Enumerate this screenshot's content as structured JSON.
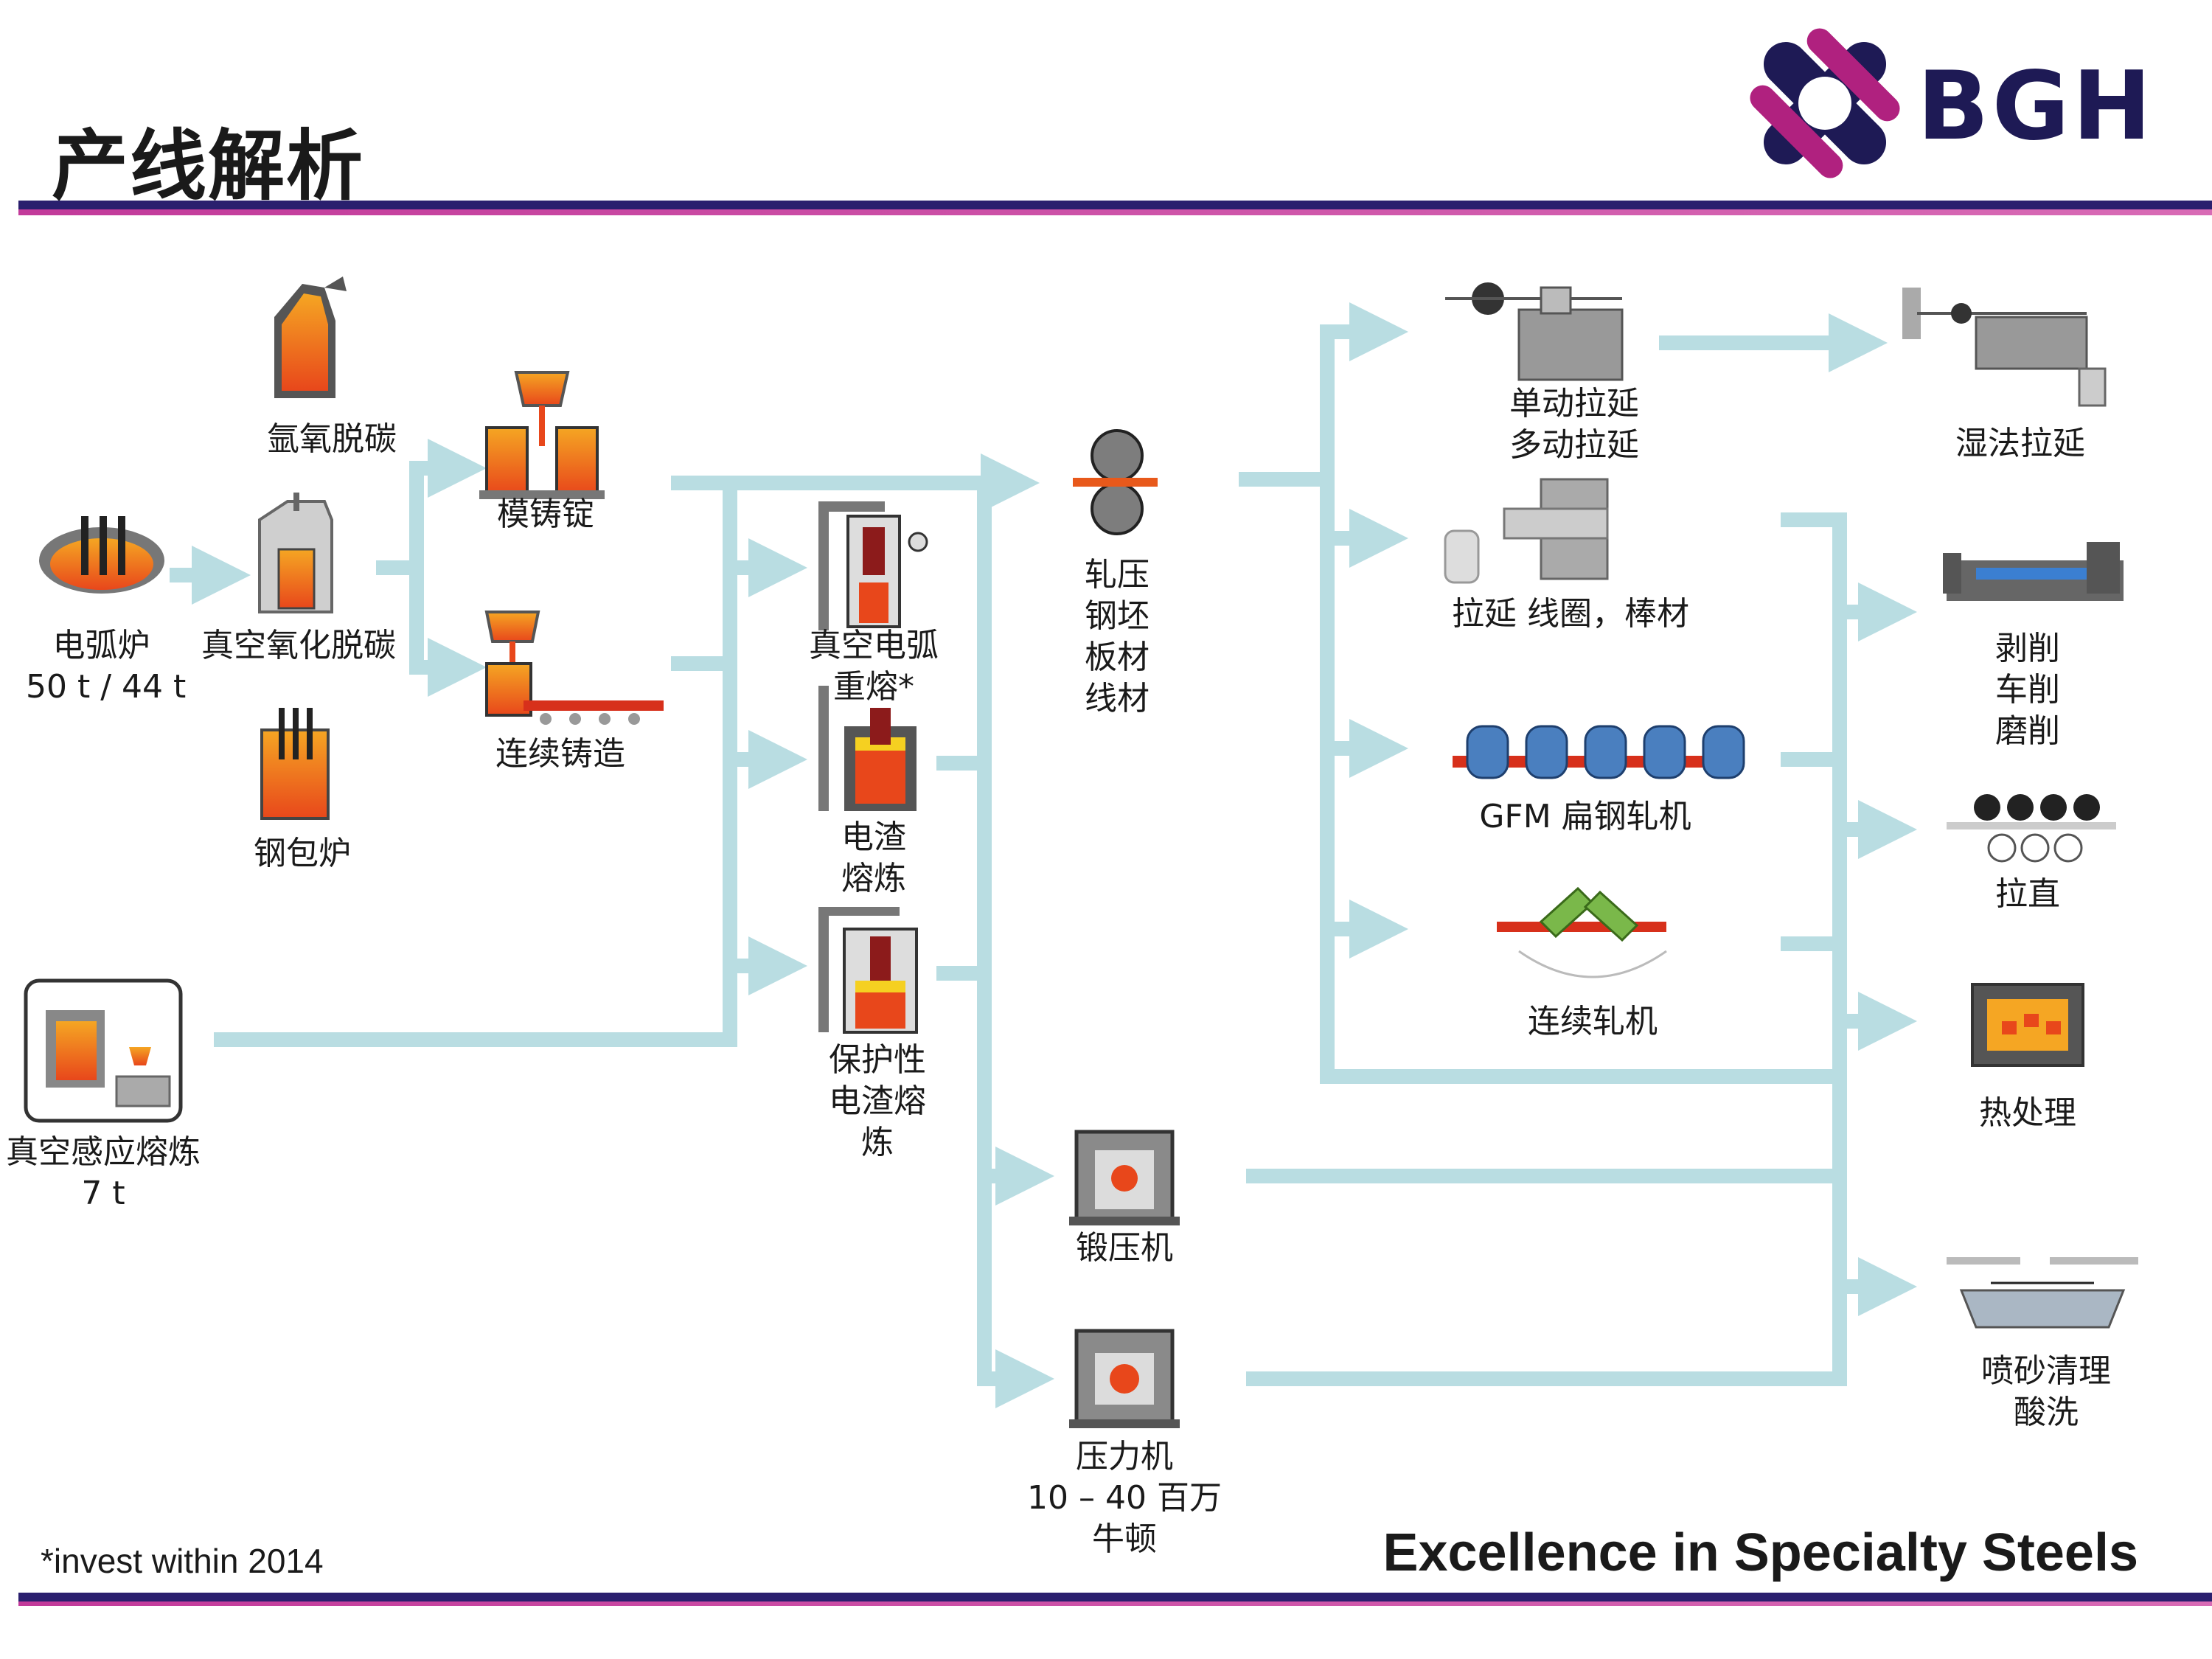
{
  "header": {
    "title": "产线解析",
    "logo_text": "BGH"
  },
  "colors": {
    "flow_arrow": "#b9dde2",
    "header_rule_dark": "#2a1f6e",
    "header_rule_accent": "#c23a9a",
    "logo_blue": "#1e1a55",
    "logo_magenta": "#b0217f",
    "molten": "#e8471b",
    "molten_light": "#f5a623"
  },
  "melting": {
    "eaf": {
      "name": "电弧炉",
      "capacity": "50 t / 44 t"
    },
    "aod": {
      "name": "氩氧脱碳"
    },
    "vod": {
      "name": "真空氧化脱碳"
    },
    "ladle": {
      "name": "钢包炉"
    },
    "vim": {
      "name": "真空感应熔炼",
      "capacity": "7 t"
    }
  },
  "casting": {
    "ingot": {
      "name": "模铸锭"
    },
    "continuous": {
      "name": "连续铸造"
    }
  },
  "remelting": {
    "var": {
      "line1": "真空电弧",
      "line2": "重熔*"
    },
    "esr": {
      "line1": "电渣",
      "line2": "熔炼"
    },
    "pesr": {
      "line1": "保护性",
      "line2": "电渣熔",
      "line3": "炼"
    }
  },
  "forming": {
    "rolling": {
      "line1": "轧压",
      "line2": "钢坯",
      "line3": "板材",
      "line4": "线材"
    },
    "forge": {
      "name": "锻压机"
    },
    "press": {
      "name": "压力机",
      "capacity": "10 – 40 百万",
      "unit": "牛顿"
    }
  },
  "processing": {
    "drawing": {
      "line1": "单动拉延",
      "line2": "多动拉延"
    },
    "wire_bar": {
      "name": "拉延 线圈，棒材"
    },
    "gfm": {
      "name": "GFM 扁钢轧机"
    },
    "cont_rolling": {
      "name": "连续轧机"
    }
  },
  "finishing": {
    "wet_drawing": {
      "name": "湿法拉延"
    },
    "machining": {
      "line1": "剥削",
      "line2": "车削",
      "line3": "磨削"
    },
    "straightening": {
      "name": "拉直"
    },
    "heat_treatment": {
      "name": "热处理"
    },
    "blasting": {
      "line1": "喷砂清理",
      "line2": "酸洗"
    }
  },
  "footer": {
    "footnote": "*invest within 2014",
    "tagline": "Excellence in Specialty Steels"
  }
}
